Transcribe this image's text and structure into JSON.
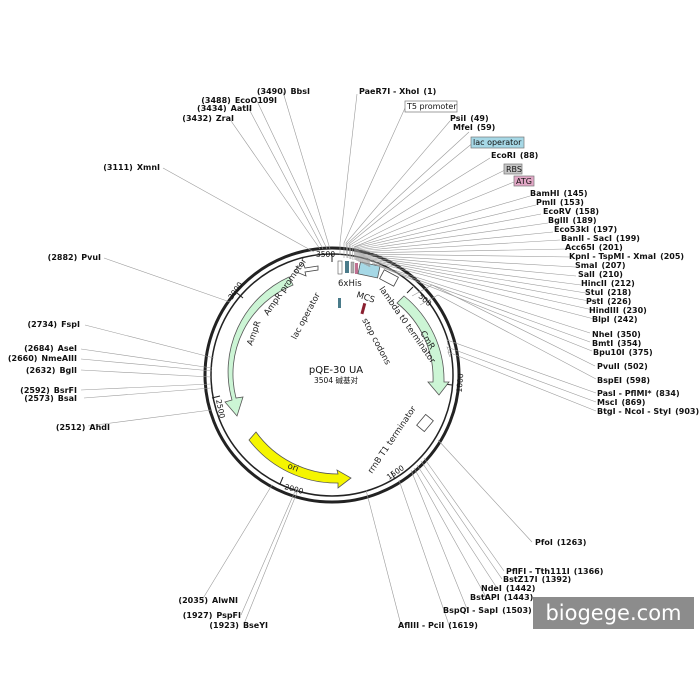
{
  "plasmid": {
    "name": "pQE-30 UA",
    "length": "3504 碱基对",
    "total_bp": 3504,
    "ticks": [
      "3500",
      "500",
      "1000",
      "1500",
      "2000",
      "2500",
      "3000"
    ]
  },
  "features": {
    "ampr_promoter": "AmpR promoter",
    "ampr": "AmpR",
    "lac_operator": "lac operator",
    "sixhis": "6xHis",
    "mcs": "MCS",
    "stop_codons": "stop codons",
    "lambda_t0": "lambda t0 terminator",
    "cmr": "CmR",
    "rrnb_t1": "rrnB T1 terminator",
    "ori": "ori"
  },
  "boxed_labels": {
    "t5_promoter": "T5 promoter",
    "lac_operator": "lac operator",
    "rbs": "RBS",
    "atg": "ATG"
  },
  "sites": [
    {
      "name": "PaeR7I - XhoI",
      "pos": "(1)"
    },
    {
      "name": "PsiI",
      "pos": "(49)"
    },
    {
      "name": "MfeI",
      "pos": "(59)"
    },
    {
      "name": "EcoRI",
      "pos": "(88)"
    },
    {
      "name": "BamHI",
      "pos": "(145)"
    },
    {
      "name": "PmlI",
      "pos": "(153)"
    },
    {
      "name": "EcoRV",
      "pos": "(158)"
    },
    {
      "name": "BglII",
      "pos": "(189)"
    },
    {
      "name": "Eco53kI",
      "pos": "(197)"
    },
    {
      "name": "BanII - SacI",
      "pos": "(199)"
    },
    {
      "name": "Acc65I",
      "pos": "(201)"
    },
    {
      "name": "KpnI - TspMI - XmaI",
      "pos": "(205)"
    },
    {
      "name": "SmaI",
      "pos": "(207)"
    },
    {
      "name": "SalI",
      "pos": "(210)"
    },
    {
      "name": "HincII",
      "pos": "(212)"
    },
    {
      "name": "StuI",
      "pos": "(218)"
    },
    {
      "name": "PstI",
      "pos": "(226)"
    },
    {
      "name": "HindIII",
      "pos": "(230)"
    },
    {
      "name": "BlpI",
      "pos": "(242)"
    },
    {
      "name": "NheI",
      "pos": "(350)"
    },
    {
      "name": "BmtI",
      "pos": "(354)"
    },
    {
      "name": "Bpu10I",
      "pos": "(375)"
    },
    {
      "name": "PvuII",
      "pos": "(502)"
    },
    {
      "name": "BspEI",
      "pos": "(598)"
    },
    {
      "name": "PasI - ",
      "name2": "PflMI*",
      "pos": "(834)"
    },
    {
      "name": "MscI",
      "pos": "(869)"
    },
    {
      "name": "BtgI - NcoI - StyI",
      "pos": "(903)"
    },
    {
      "name": "PfoI",
      "pos": "(1263)"
    },
    {
      "name": "PflFI - Tth111I",
      "pos": "(1366)"
    },
    {
      "name": "BstZ17I",
      "pos": "(1392)"
    },
    {
      "name": "NdeI",
      "pos": "(1442)"
    },
    {
      "name": "BstAPI",
      "pos": "(1443)"
    },
    {
      "name": "BspQI - SapI",
      "pos": "(1503)"
    },
    {
      "name": "AflIII - PciI",
      "pos": "(1619)"
    },
    {
      "name": "BseYI",
      "pos": "(1923)"
    },
    {
      "name": "PspFI",
      "pos": "(1927)"
    },
    {
      "name": "AlwNI",
      "pos": "(2035)"
    },
    {
      "name": "AhdI",
      "pos": "(2512)"
    },
    {
      "name": "BsaI",
      "pos": "(2573)"
    },
    {
      "name": "BsrFI",
      "pos": "(2592)"
    },
    {
      "name": "BglI",
      "pos": "(2632)"
    },
    {
      "name": "NmeAIII",
      "pos": "(2660)"
    },
    {
      "name": "AseI",
      "pos": "(2684)"
    },
    {
      "name": "FspI",
      "pos": "(2734)"
    },
    {
      "name": "PvuI",
      "pos": "(2882)"
    },
    {
      "name": "XmnI",
      "pos": "(3111)"
    },
    {
      "name": "ZraI",
      "pos": "(3432)"
    },
    {
      "name": "AatII",
      "pos": "(3434)"
    },
    {
      "name": "EcoO109I",
      "pos": "(3488)"
    },
    {
      "name": "BbsI",
      "pos": "(3490)"
    }
  ],
  "colors": {
    "ring": "#222222",
    "ampr": "#ccf5d5",
    "ori": "#f5f500",
    "lac_box": "#a6d8e6",
    "rbs_box": "#c6c6c6",
    "atg_box": "#e2a7c6",
    "watermark_bg": "#8c8c8c"
  },
  "watermark": "biogege.com"
}
